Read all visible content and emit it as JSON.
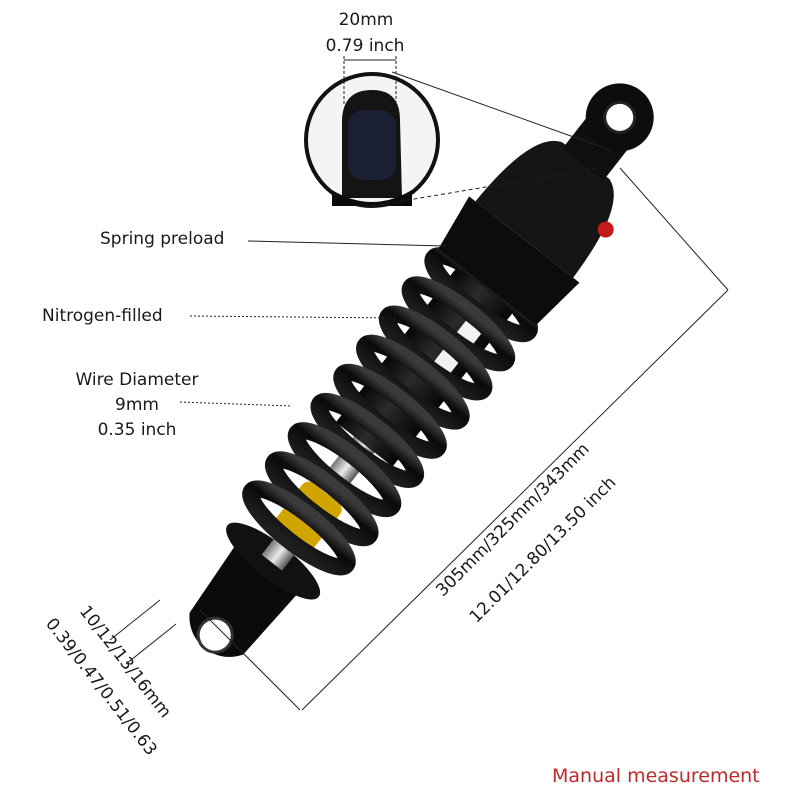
{
  "labels": {
    "top_dim_mm": "20mm",
    "top_dim_inch": "0.79 inch",
    "spring_preload": "Spring preload",
    "nitrogen_filled": "Nitrogen-filled",
    "wire_diameter_title": "Wire Diameter",
    "wire_diameter_mm": "9mm",
    "wire_diameter_inch": "0.35 inch",
    "length_mm": "305mm/325mm/343mm",
    "length_inch": "12.01/12.80/13.50 inch",
    "eye_mm": "10/12/13/16mm",
    "eye_inch": "0.39/0.47/0.51/0.63",
    "note": "Manual measurement"
  },
  "colors": {
    "note": "#c0282a",
    "body": "#0d0d0d",
    "bumper": "#d2a400",
    "red_knob": "#c41a1a"
  }
}
